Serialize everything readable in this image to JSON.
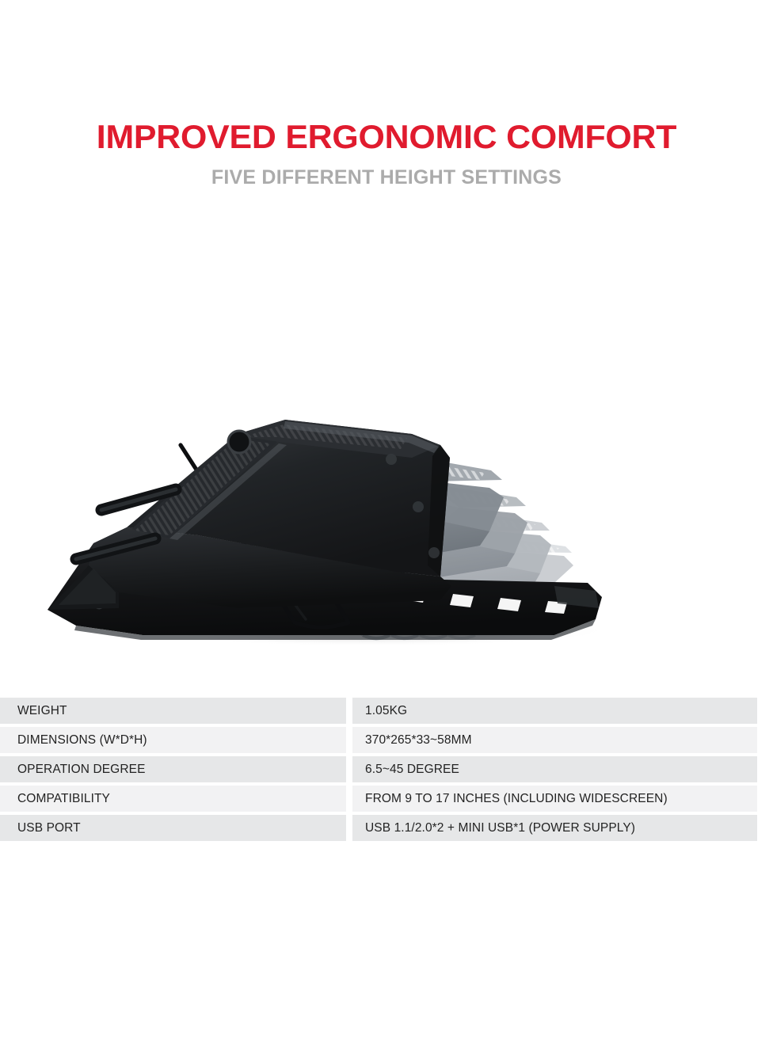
{
  "header": {
    "headline": "IMPROVED ERGONOMIC COMFORT",
    "subheadline": "FIVE DIFFERENT HEIGHT SETTINGS",
    "headline_color": "#E01B2E",
    "subheadline_color": "#ABABAB"
  },
  "product_image": {
    "name": "laptop-cooling-stand-height-positions",
    "description": "Side view of a black adjustable laptop cooling stand tilted at its steepest angle, with four progressively lighter gray ghost silhouettes fanning to the right to illustrate the five selectable height positions.",
    "height_positions": 5,
    "body_color": "#17181A",
    "ghost_colors": [
      "#7E858C",
      "#979DA3",
      "#AFB4B9",
      "#C6CACE"
    ],
    "shadow_color": "#DCDCDC",
    "parts": [
      "ventilated-ribbed-top-panel",
      "laptop-stopper-pegs",
      "wire-support-legs",
      "notched-base-plate"
    ]
  },
  "spec_table": {
    "rows": [
      {
        "label": "WEIGHT",
        "value": "1.05KG"
      },
      {
        "label": "DIMENSIONS (W*D*H)",
        "value": "370*265*33~58MM"
      },
      {
        "label": "OPERATION DEGREE",
        "value": "6.5~45 DEGREE"
      },
      {
        "label": "COMPATIBILITY",
        "value": "FROM 9 TO 17 INCHES (INCLUDING WIDESCREEN)"
      },
      {
        "label": "USB PORT",
        "value": "USB 1.1/2.0*2 + MINI USB*1 (POWER SUPPLY)"
      }
    ],
    "row_bg_odd": "#E6E7E8",
    "row_bg_even": "#F2F2F3",
    "text_color": "#232323"
  }
}
